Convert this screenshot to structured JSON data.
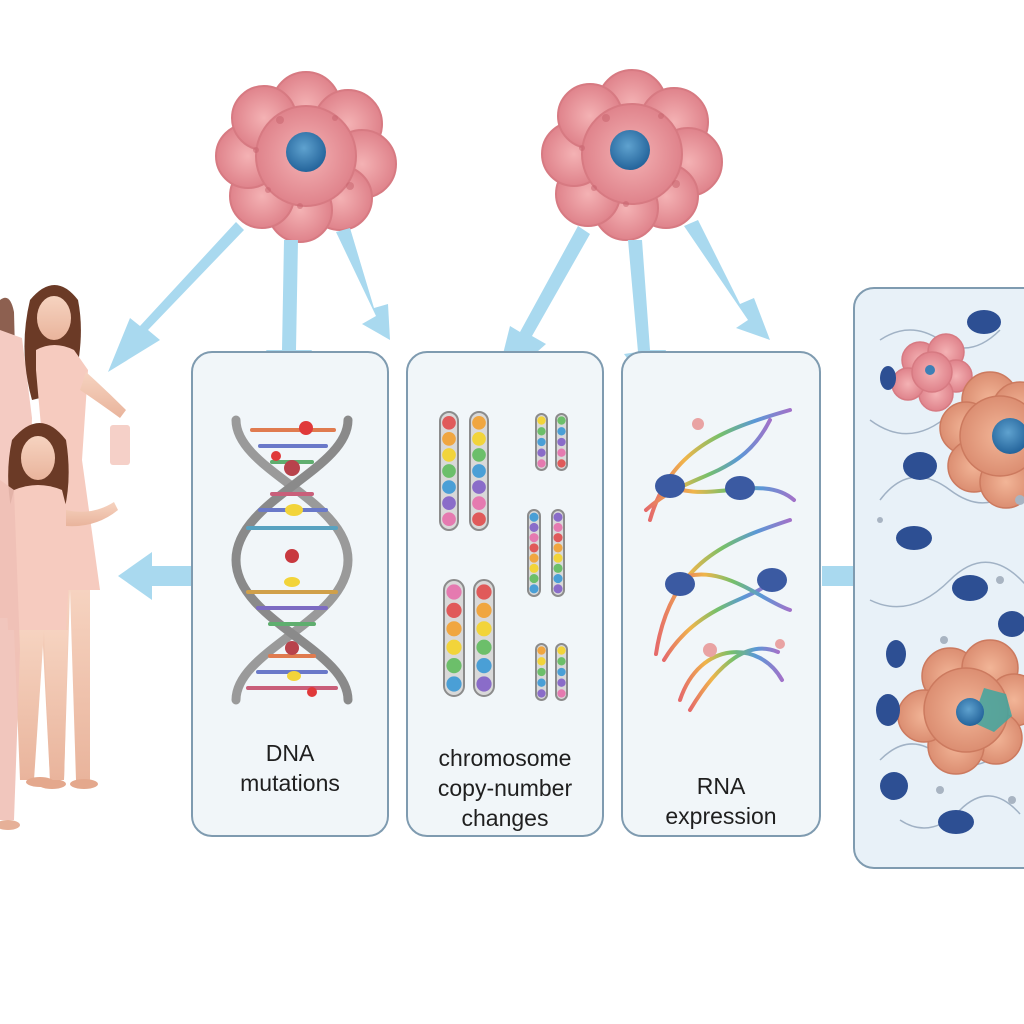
{
  "panels": [
    {
      "id": "dna",
      "label": "DNA\nmutations"
    },
    {
      "id": "cnv",
      "label": "chromosome\ncopy-number\nchanges"
    },
    {
      "id": "rna",
      "label": "RNA\nexpression"
    }
  ],
  "colors": {
    "arrow": "#a9d9ef",
    "tumor_cell": "#e9959b",
    "tumor_core": "#3e7fb5",
    "panel_fill": "#f1f6f9",
    "panel_border": "#7f9bb0",
    "backbone": "#9a9a9a",
    "immune_cell": "#2d4f93",
    "skin": "#f2c7b2",
    "hair": "#6b3a26"
  }
}
